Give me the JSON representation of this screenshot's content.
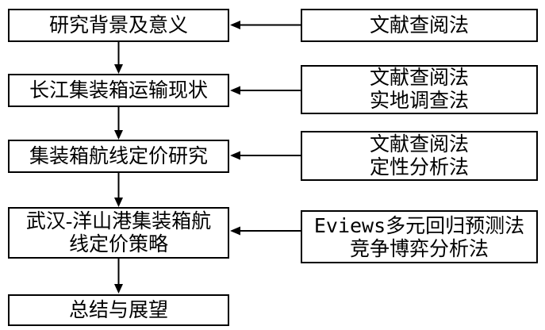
{
  "flowchart": {
    "left_column": [
      {
        "lines": [
          "研究背景及意义"
        ]
      },
      {
        "lines": [
          "长江集装箱运输现状"
        ]
      },
      {
        "lines": [
          "集装箱航线定价研究"
        ]
      },
      {
        "lines": [
          "武汉-洋山港集装箱航",
          "线定价策略"
        ]
      },
      {
        "lines": [
          "总结与展望"
        ]
      }
    ],
    "right_column": [
      {
        "lines": [
          "文献查阅法"
        ]
      },
      {
        "lines": [
          "文献查阅法",
          "实地调查法"
        ]
      },
      {
        "lines": [
          "文献查阅法",
          "定性分析法"
        ]
      },
      {
        "lines": [
          "Eviews多元回归预测法",
          "竞争博弈分析法"
        ]
      }
    ],
    "colors": {
      "border": "#000000",
      "text": "#000000",
      "background": "#ffffff"
    }
  }
}
